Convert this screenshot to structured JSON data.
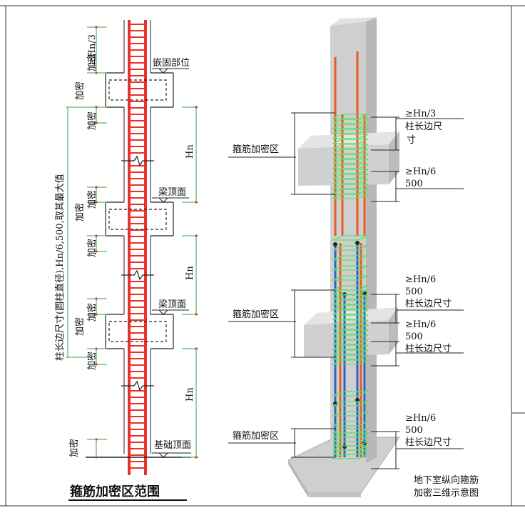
{
  "left": {
    "dense_top": "加密",
    "dense_top_rule": "≥Hn/3",
    "dense_label": "加密",
    "hn_label": "Hn",
    "embed_label": "嵌固部位",
    "beam_top_label": "梁顶面",
    "foundation_top_label": "基础顶面",
    "vertical_rule": "柱长边尺寸(圆柱直径),Hn/6,500,取其最大值",
    "title": "箍筋加密区范围"
  },
  "right": {
    "zone_label": "箍筋加密区",
    "top_rule_1": "≥Hn/3",
    "top_rule_2": "柱长边尺",
    "top_rule_3": "寸",
    "mid_rule_1": "≥Hn/6",
    "mid_rule_2": "500",
    "rule_gte": "≥Hn/6",
    "rule_500": "500",
    "rule_side": "柱长边尺寸",
    "caption_line1": "地下室纵向箍筋",
    "caption_line2": "加密三维示意图"
  },
  "colors": {
    "rebar_red": "#e8322a",
    "dim_green": "#2aa84a",
    "stirrup_green": "#5ce06a",
    "rebar_blue": "#2f5fc8",
    "rebar_orange": "#e85a20"
  }
}
